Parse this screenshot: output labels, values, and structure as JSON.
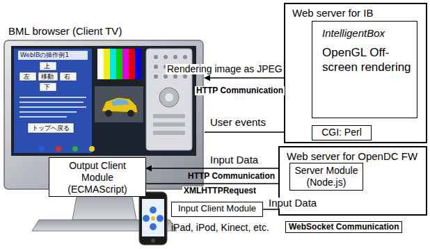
{
  "diagram": {
    "nodes": [
      {
        "text": [
          "Web server for IB"
        ]
      },
      {
        "text": [
          "IntelligentBox",
          "OpenGL Off-screen rendering"
        ],
        "in": 0
      },
      {
        "text": [
          "CGI: Perl"
        ],
        "in": 0
      },
      {
        "text": [
          "BML browser (Client TV)"
        ]
      },
      {
        "text": [
          "Output Client Module (ECMAScript)"
        ],
        "in": 3
      },
      {
        "text": [
          "Web server for OpenDC FW"
        ]
      },
      {
        "text": [
          "Server Module (Node.js)"
        ],
        "in": 5
      },
      {
        "text": [
          "Input Client Module"
        ]
      }
    ],
    "edges": [
      {
        "from": 1,
        "to": 3,
        "arrow": "to",
        "label": "Rendering image as JPEG"
      },
      {
        "from": 3,
        "to": 2,
        "arrow": "to",
        "label": "User events"
      },
      {
        "from": 2,
        "to": 1,
        "arrow": "to"
      },
      {
        "from": 6,
        "to": 4,
        "arrow": "to",
        "label": "Input Data"
      },
      {
        "from": 4,
        "to": 6,
        "arrow": "to",
        "label": "XMLHTTPRequest"
      },
      {
        "from": 7,
        "to": 6,
        "arrow": "to",
        "label": "Input Data"
      }
    ],
    "labels": [
      "HTTP Communication",
      "HTTP Communication",
      "WebSocket Communication",
      "iPad, iPod, Kinect, etc.",
      "WebIBの操作例1",
      "上",
      "左",
      "移動",
      "右",
      "下",
      "トップへ戻る"
    ]
  }
}
